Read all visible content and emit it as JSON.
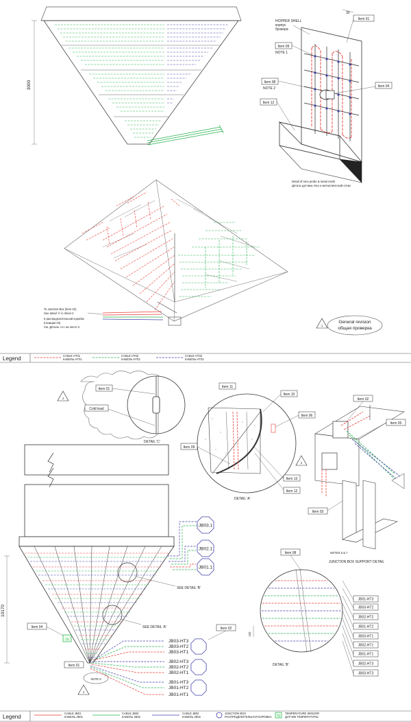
{
  "sheet1": {
    "dimension_height": "3000",
    "dimension_small": "30",
    "detail_items": {
      "item01": "Item 01",
      "item09": "Item 09",
      "item08": "Item 08",
      "item04": "Item 04",
      "item12": "Item 12"
    },
    "hopper_shell_en": "HOPPER SHELL",
    "hopper_shell_ru1": "корпус",
    "hopper_shell_ru2": "бункера",
    "note1": "NOTE 1",
    "note2": "NOTE 2",
    "detail_caption_en": "Detail of Atex probe & metal mesh",
    "detail_caption_ru": "Деталь датчика Atex и металлической сетки",
    "jb_note": [
      "To Junction Box (Item 02)",
      "See detail 'A' in sheet 2",
      "К распределительной коробке",
      "(позиция 02)",
      "См. Деталь «А» на листе 2"
    ],
    "revision_number": "1",
    "revision_en": "General revision",
    "revision_ru": "общая проверка"
  },
  "legend1": {
    "title": "Legend",
    "entries": [
      {
        "en": "CABLE HT01",
        "ru": "КАБЕЛЬ HT01",
        "color": "#e53935"
      },
      {
        "en": "CABLE HT02",
        "ru": "КАБЕЛЬ HT02",
        "color": "#21b04b"
      },
      {
        "en": "CABLE HT02",
        "ru": "КАБЕЛЬ HT02",
        "color": "#3f3fa8"
      }
    ]
  },
  "sheet2": {
    "revision_number": "2",
    "detailC": {
      "item": "Item 01",
      "cold_lead": "Cold lead",
      "caption": "DETAIL 'C'"
    },
    "detailA": {
      "item11": "Item 11",
      "item10": "Item 10",
      "item06": "Item 06",
      "item09": "Item 09",
      "item13": "Item 13",
      "item12": "Item 12",
      "caption": "DETAIL 'A'"
    },
    "jbsupport": {
      "item02": "Item 02",
      "item05": "Item 05",
      "item03": "Item 03",
      "notes": "NOTES 5 & 7",
      "caption": "JUNCTION BOX SUPPORT DETAIL"
    },
    "hopper": {
      "dimension": "10170",
      "see_b": "SEE DETAIL 'B'",
      "see_a": "SEE DETAIL 'A'",
      "item04": "Item 04",
      "ts": "TS",
      "item01": "Item 01",
      "item02": "Item 02",
      "note8": "NOTE 8",
      "revision_number": "2"
    },
    "jb_boxes": [
      "JB03.1",
      "JB02.1",
      "JB01.1"
    ],
    "jb_bottom": [
      "JB03-HT3",
      "JB03-HT2",
      "JB03-HT1",
      "JB02-HT3",
      "JB02-HT2",
      "JB02-HT1",
      "JB01-HT3",
      "JB01-HT2",
      "JB01-HT1"
    ],
    "detailB": {
      "item": "Item 08",
      "dim": "100",
      "caption": "DETAIL 'B'",
      "labels": [
        "JB01-HT3",
        "JB03-HT2",
        "JB02-HT2",
        "JB01-HT2",
        "JB03-HT1",
        "JB02-HT1",
        "JB01-HT1",
        "JB02-HT3",
        "JB03-HT3"
      ]
    }
  },
  "legend2": {
    "title": "Legend",
    "entries": [
      {
        "en": "CABLE JB01",
        "ru": "КАБЕЛЬ JB01",
        "color": "#e53935"
      },
      {
        "en": "CABLE JB02",
        "ru": "КАБЕЛЬ JB02",
        "color": "#21b04b"
      },
      {
        "en": "CABLE JB02",
        "ru": "КАБЕЛЬ JB02",
        "color": "#3f3fa8"
      },
      {
        "en": "JUNCTION BOX",
        "ru": "РАСПРЕДЕЛИТЕЛЬНАЯ КОРОБКА",
        "color": "#3f3fa8"
      },
      {
        "en": "TEMPERATURE SENSOR",
        "ru": "ДАТЧИК ТЕМПЕРАТУРЫ",
        "color": "#21b04b"
      }
    ]
  }
}
